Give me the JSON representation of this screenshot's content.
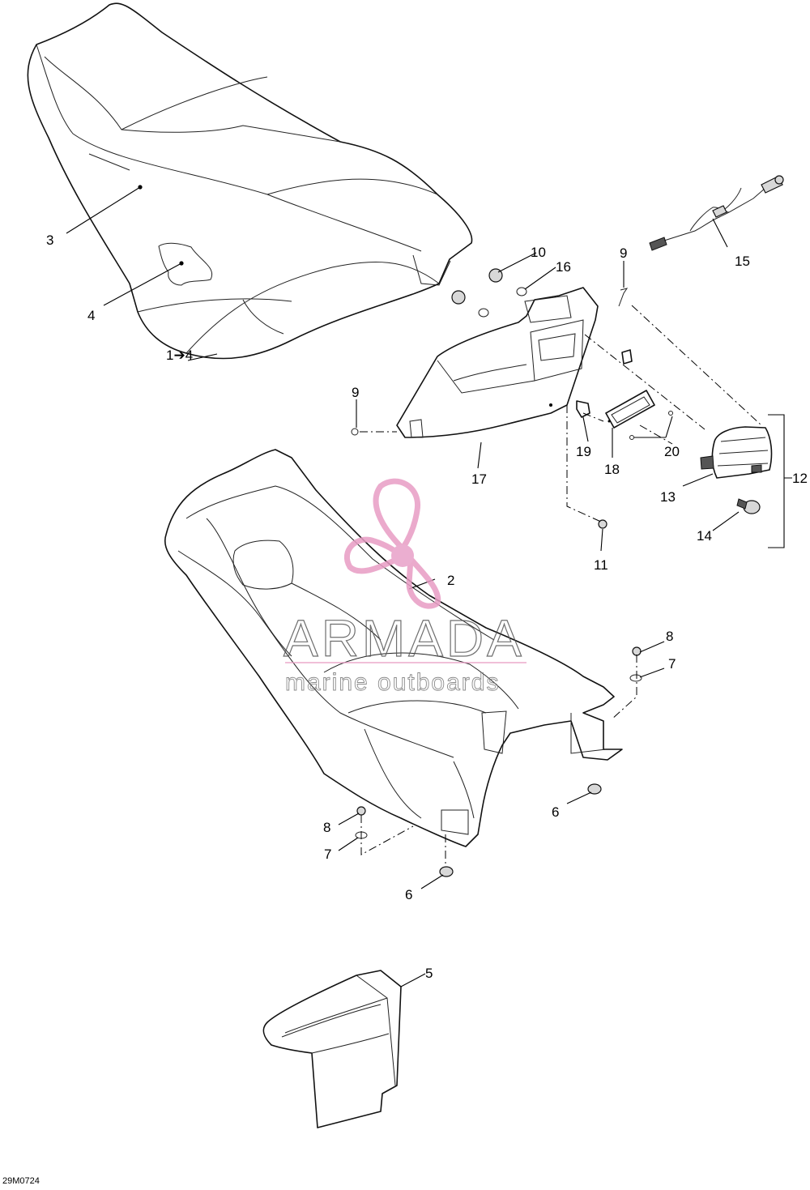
{
  "diagram": {
    "reference_code": "29M0724",
    "callouts": [
      {
        "id": "c1to4",
        "text": "1➔4"
      },
      {
        "id": "c2",
        "text": "2"
      },
      {
        "id": "c3",
        "text": "3"
      },
      {
        "id": "c4",
        "text": "4"
      },
      {
        "id": "c5",
        "text": "5"
      },
      {
        "id": "c6a",
        "text": "6"
      },
      {
        "id": "c6b",
        "text": "6"
      },
      {
        "id": "c7a",
        "text": "7"
      },
      {
        "id": "c7b",
        "text": "7"
      },
      {
        "id": "c8a",
        "text": "8"
      },
      {
        "id": "c8b",
        "text": "8"
      },
      {
        "id": "c9a",
        "text": "9"
      },
      {
        "id": "c9b",
        "text": "9"
      },
      {
        "id": "c10",
        "text": "10"
      },
      {
        "id": "c11",
        "text": "11"
      },
      {
        "id": "c12",
        "text": "12"
      },
      {
        "id": "c13",
        "text": "13"
      },
      {
        "id": "c14",
        "text": "14"
      },
      {
        "id": "c15",
        "text": "15"
      },
      {
        "id": "c16",
        "text": "16"
      },
      {
        "id": "c17",
        "text": "17"
      },
      {
        "id": "c18",
        "text": "18"
      },
      {
        "id": "c19",
        "text": "19"
      },
      {
        "id": "c20",
        "text": "20"
      }
    ]
  },
  "watermark": {
    "brand": "ARMADA",
    "tagline": "marine outboards",
    "colors": {
      "logo": "#e89cc4",
      "logo_center": "#e8a0c8",
      "text": "#555555"
    }
  }
}
